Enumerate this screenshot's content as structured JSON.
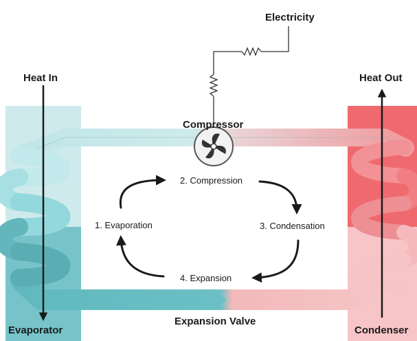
{
  "labels": {
    "electricity": "Electricity",
    "heat_in": "Heat In",
    "heat_out": "Heat Out",
    "compressor": "Compressor",
    "evaporator": "Evaporator",
    "condenser": "Condenser",
    "expansion_valve": "Expansion Valve"
  },
  "cycle": {
    "steps": [
      {
        "label": "1. Evaporation"
      },
      {
        "label": "2. Compression"
      },
      {
        "label": "3. Condensation"
      },
      {
        "label": "4. Expansion"
      }
    ]
  },
  "colors": {
    "evaporator_light": "#cde9ec",
    "evaporator_dark": "#77c4c9",
    "condenser_light": "#f7c6c8",
    "condenser_dark": "#ef6b6f",
    "pipe_cold": "#8fd3d7",
    "pipe_hot": "#f29a9d",
    "arrow": "#1a1a1a"
  }
}
